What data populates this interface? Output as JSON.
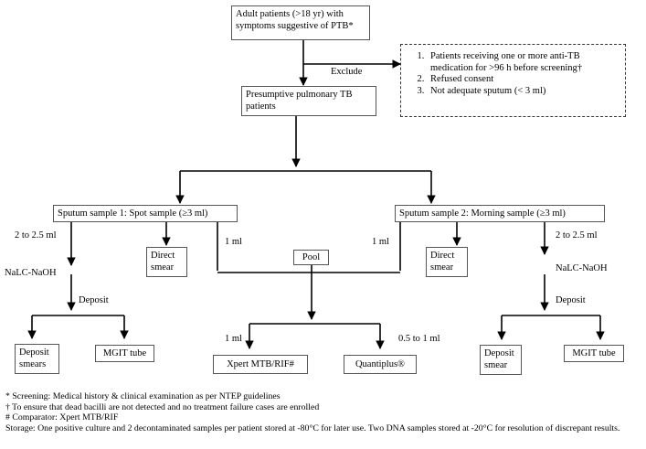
{
  "nodes": {
    "adult_patients": "Adult patients (>18 yr) with symptoms suggestive of PTB*",
    "presumptive": "Presumptive pulmonary TB patients",
    "sputum1": "Sputum sample 1: Spot sample (≥3 ml)",
    "sputum2": "Sputum sample 2: Morning sample  (≥3 ml)",
    "direct_smear_left": "Direct smear",
    "direct_smear_right": "Direct smear",
    "pool": "Pool",
    "deposit_smears_left": "Deposit smears",
    "mgit_left": "MGIT tube",
    "xpert": "Xpert MTB/RIF#",
    "quantiplus": "Quantiplus®",
    "deposit_smear_right": "Deposit smear",
    "mgit_right": "MGIT tube"
  },
  "exclusion": {
    "label": "Exclude",
    "items": [
      "Patients receiving one or more anti-TB medication for >96 h before screening†",
      "Refused consent",
      "Not adequate sputum (< 3 ml)"
    ]
  },
  "labels": {
    "left_volume": "2 to 2.5 ml",
    "left_nalc": "NaLC-NaOH",
    "left_deposit": "Deposit",
    "left_1ml": "1 ml",
    "right_1ml": "1 ml",
    "right_volume": "2 to 2.5 ml",
    "right_nalc": "NaLC-NaOH",
    "right_deposit": "Deposit",
    "xpert_vol": "1 ml",
    "quant_vol": "0.5 to 1 ml"
  },
  "footnotes": [
    "* Screening: Medical history & clinical examination as per NTEP guidelines",
    "† To ensure that dead bacilli are not detected and no treatment failure cases are enrolled",
    "# Comparator: Xpert MTB/RIF",
    "Storage: One positive culture and 2 decontaminated samples per patient stored at -80°C for later use. Two DNA samples stored at -20°C for resolution of discrepant results."
  ]
}
